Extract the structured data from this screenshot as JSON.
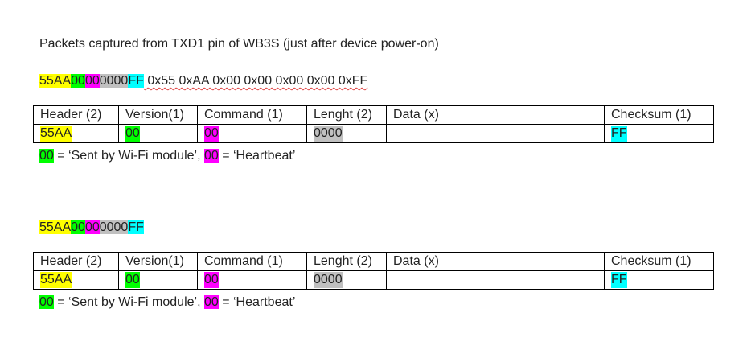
{
  "title": "Packets captured from TXD1 pin of WB3S (just after device power-on)",
  "packet1": {
    "bytes": {
      "header": "55AA",
      "version": "00",
      "command": "00",
      "length": "0000",
      "checksum": "FF"
    },
    "hex_text": " 0x55 0xAA 0x00 0x00 0x00 0x00 0xFF"
  },
  "packet2": {
    "bytes": {
      "header": "55AA",
      "version": "00",
      "command": "00",
      "length": "0000",
      "checksum": "FF"
    }
  },
  "table": {
    "headers": [
      "Header (2)",
      "Version(1)",
      "Command (1)",
      "Lenght (2)",
      "Data (x)",
      "Checksum (1)"
    ],
    "rows": [
      [
        "55AA",
        "00",
        "00",
        "0000",
        "",
        "FF"
      ],
      [
        "55AA",
        "00",
        "00",
        "0000",
        "",
        "FF"
      ]
    ]
  },
  "notes": [
    {
      "code1": "00",
      "text1": " = ‘Sent by Wi-Fi module’, ",
      "code2": "00",
      "text2": " = ‘Heartbeat’"
    },
    {
      "code1": "00",
      "text1": " = ‘Sent by Wi-Fi module’, ",
      "code2": "00",
      "text2": " = ‘Heartbeat’"
    }
  ],
  "colors": {
    "header": "#ffff00",
    "version": "#00ff00",
    "command": "#ff00ff",
    "length": "#c0c0c0",
    "checksum": "#00ffff"
  }
}
